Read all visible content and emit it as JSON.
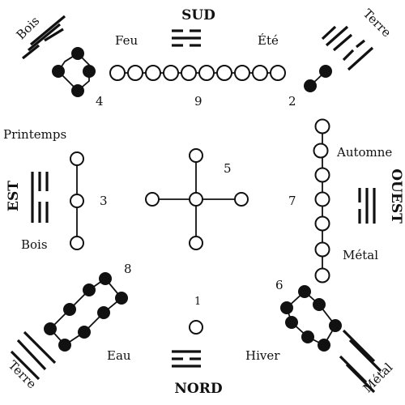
{
  "directions": {
    "south": "SUD",
    "north": "NORD",
    "east": "EST",
    "west": "OUEST"
  },
  "labels": {
    "feu": "Feu",
    "ete": "Été",
    "printemps": "Printemps",
    "bois_est": "Bois",
    "automne": "Automne",
    "metal_ouest": "Métal",
    "eau": "Eau",
    "hiver": "Hiver",
    "bois_corner": "Bois",
    "terre_top_right": "Terre",
    "terre_bottom_left": "Terre",
    "metal_corner": "Métal"
  },
  "numbers": {
    "n1": "1",
    "n2": "2",
    "n3": "3",
    "n4": "4",
    "n5": "5",
    "n6": "6",
    "n7": "7",
    "n8": "8",
    "n9": "9"
  },
  "colors": {
    "ink": "#111111",
    "paper": "#ffffff"
  }
}
